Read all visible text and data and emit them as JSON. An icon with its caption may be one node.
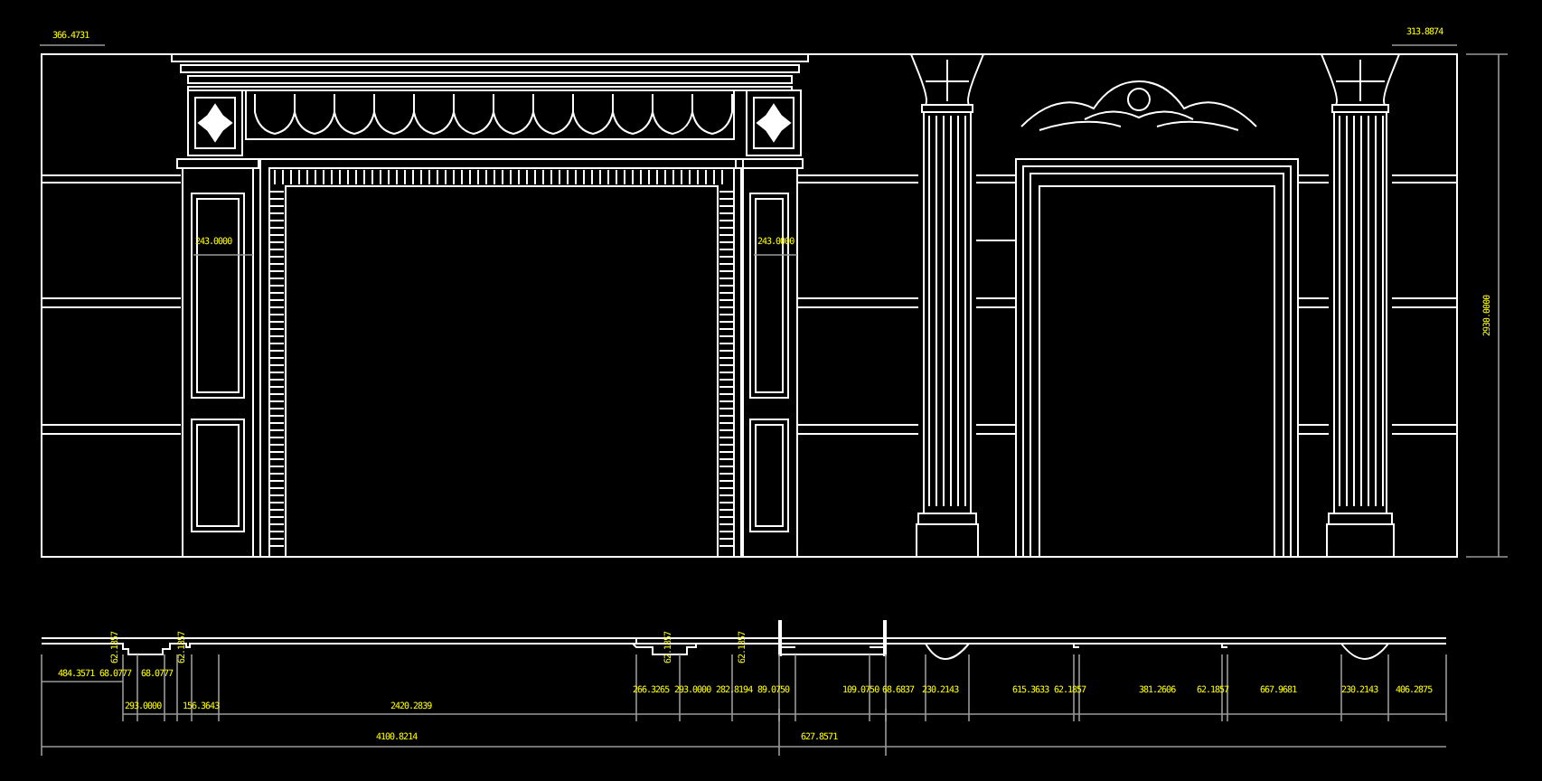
{
  "diagram": {
    "labels": [
      "366.4731",
      "313.8874",
      "243.0000",
      "243.0000",
      "2930.0000",
      "62.1857",
      "62.1857",
      "62.1857",
      "62.1857",
      "484.3571",
      "68.0777",
      "68.0777",
      "266.3265",
      "293.0000",
      "282.8194",
      "89.0750",
      "109.0750",
      "68.6837",
      "230.2143",
      "615.3633",
      "62.1857",
      "381.2606",
      "62.1857",
      "667.9681",
      "230.2143",
      "406.2875",
      "293.0000",
      "156.3643",
      "2420.2839",
      "4100.8214",
      "627.8571"
    ]
  }
}
